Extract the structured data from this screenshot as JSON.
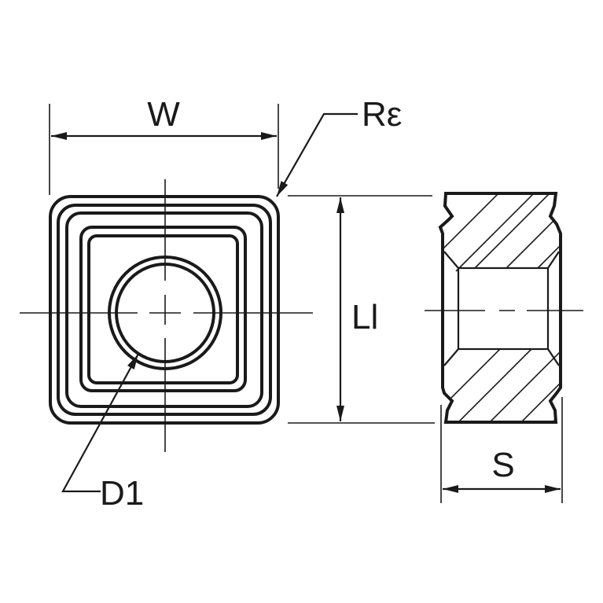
{
  "labels": {
    "width": "W",
    "corner_radius": "Rε",
    "length": "Ll",
    "hole_diameter": "D1",
    "thickness": "S"
  },
  "colors": {
    "line": "#1a1a1a",
    "background": "#ffffff"
  }
}
